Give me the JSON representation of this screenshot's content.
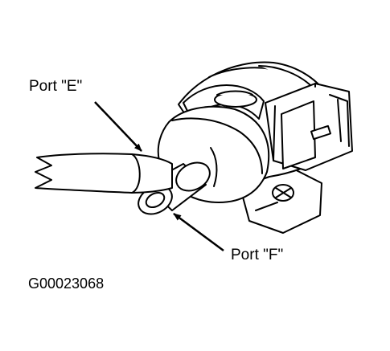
{
  "diagram": {
    "labels": {
      "port_e": "Port \"E\"",
      "port_f": "Port \"F\"",
      "figure_id": "G00023068"
    },
    "colors": {
      "line": "#000000",
      "fill": "#ffffff"
    }
  }
}
